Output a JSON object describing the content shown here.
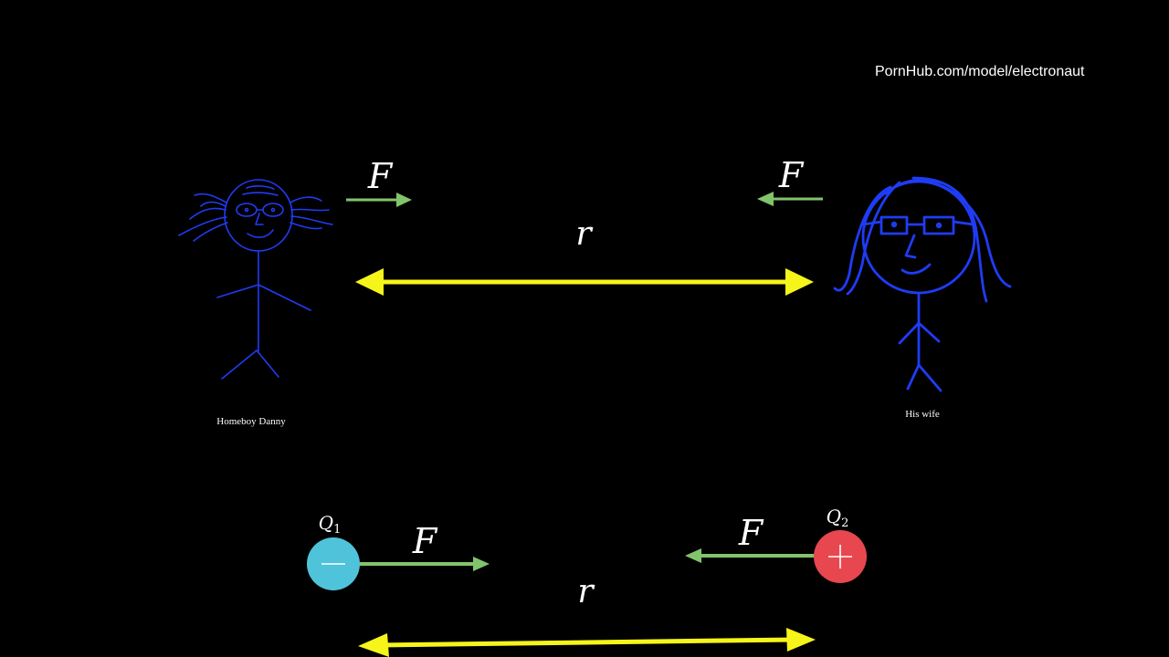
{
  "watermark": "PornHub.com/model/electronaut",
  "people": {
    "left_caption": "Homeboy Danny",
    "right_caption": "His wife"
  },
  "labels": {
    "force": "F",
    "distance": "r",
    "charge1_symbol": "Q",
    "charge1_index": "1",
    "charge2_symbol": "Q",
    "charge2_index": "2"
  },
  "colors": {
    "background": "#000000",
    "figure_stroke": "#1f3cf5",
    "distance_arrow": "#f5f51a",
    "force_arrow": "#82c46c",
    "negative_charge": "#4fc3d9",
    "positive_charge": "#e8474f"
  },
  "icons": {
    "charge1": "minus-icon",
    "charge2": "plus-icon"
  }
}
